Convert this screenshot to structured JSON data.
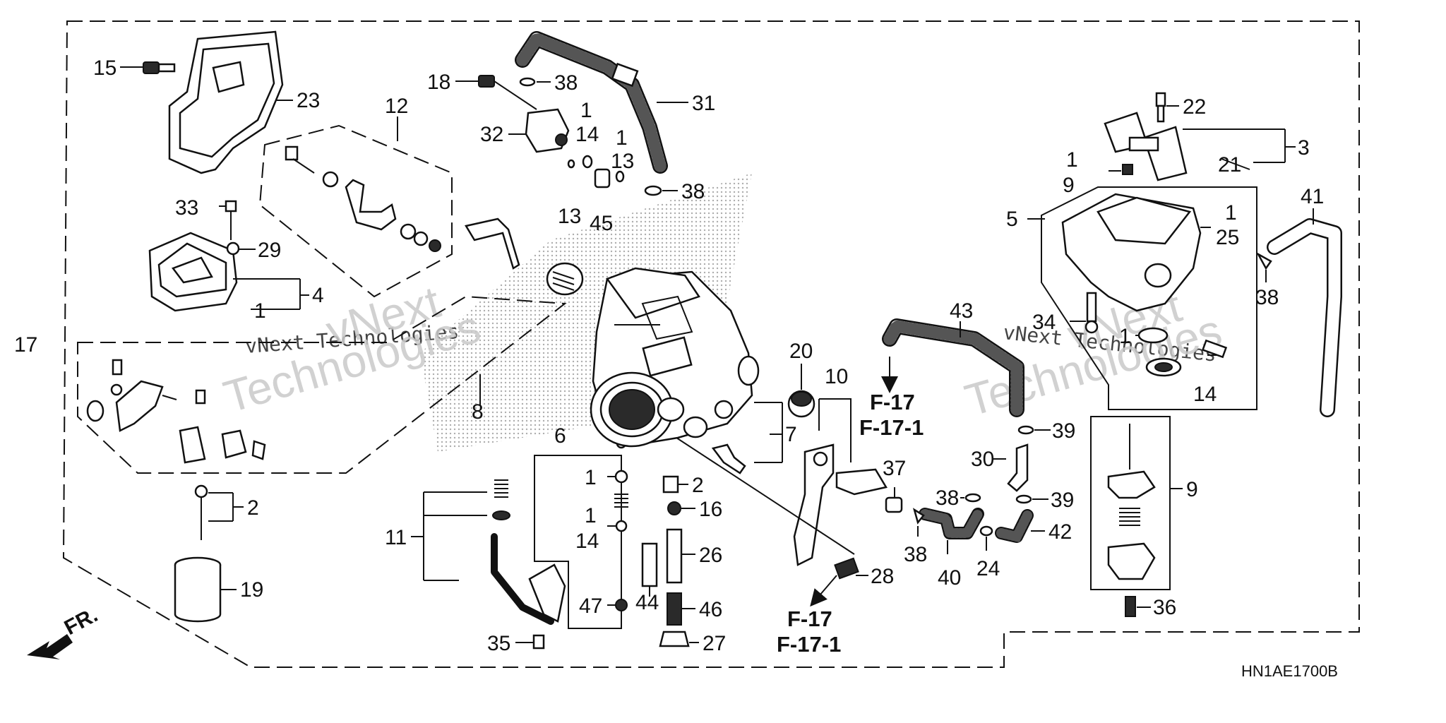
{
  "diagram": {
    "drawing_code": "HN1AE1700B",
    "front_arrow": "FR.",
    "watermarks": [
      "vNext Technologies",
      "vNext\nTechnologies"
    ],
    "references": [
      {
        "code": "F-17",
        "sub": "F-17-1"
      },
      {
        "code": "F-17",
        "sub": "F-17-1"
      }
    ],
    "callouts": [
      "15",
      "23",
      "12",
      "18",
      "38",
      "32",
      "1",
      "14",
      "13",
      "1",
      "13",
      "45",
      "31",
      "38",
      "22",
      "3",
      "21",
      "1",
      "9",
      "41",
      "5",
      "25",
      "1",
      "38",
      "33",
      "29",
      "4",
      "1",
      "17",
      "34",
      "1",
      "14",
      "43",
      "8",
      "20",
      "10",
      "7",
      "6",
      "1",
      "2",
      "1",
      "16",
      "14",
      "26",
      "47",
      "44",
      "46",
      "27",
      "9",
      "39",
      "30",
      "37",
      "38",
      "39",
      "38",
      "40",
      "24",
      "42",
      "36",
      "11",
      "2",
      "19",
      "35",
      "28"
    ]
  }
}
